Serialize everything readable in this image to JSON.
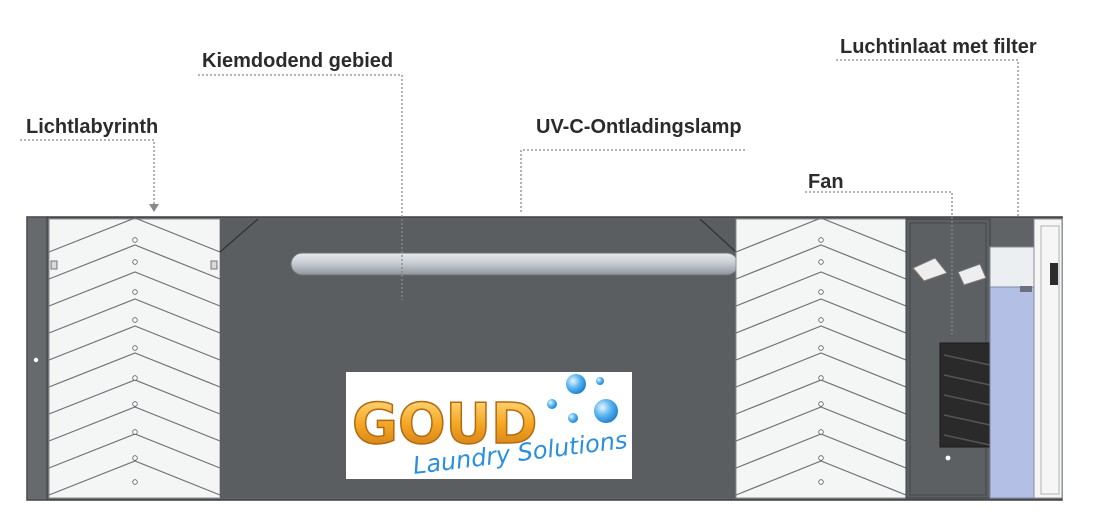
{
  "labels": {
    "kiemdodend": "Kiemdodend gebied",
    "luchtinlaat": "Luchtinlaat met filter",
    "lichtlabyrinth": "Lichtlabyrinth",
    "uvc_lamp": "UV-C-Ontladingslamp",
    "fan": "Fan"
  },
  "logo": {
    "brand": "GOUD",
    "tagline": "Laundry Solutions"
  },
  "colors": {
    "housing": "#5f6366",
    "chamber": "#5a5e61",
    "labyrinth_bg": "#f4f5f5",
    "filter": "#b4bfe6",
    "logo_orange": "#f0a020",
    "logo_blue": "#2a8fe0",
    "label_text": "#2b2b2b"
  }
}
